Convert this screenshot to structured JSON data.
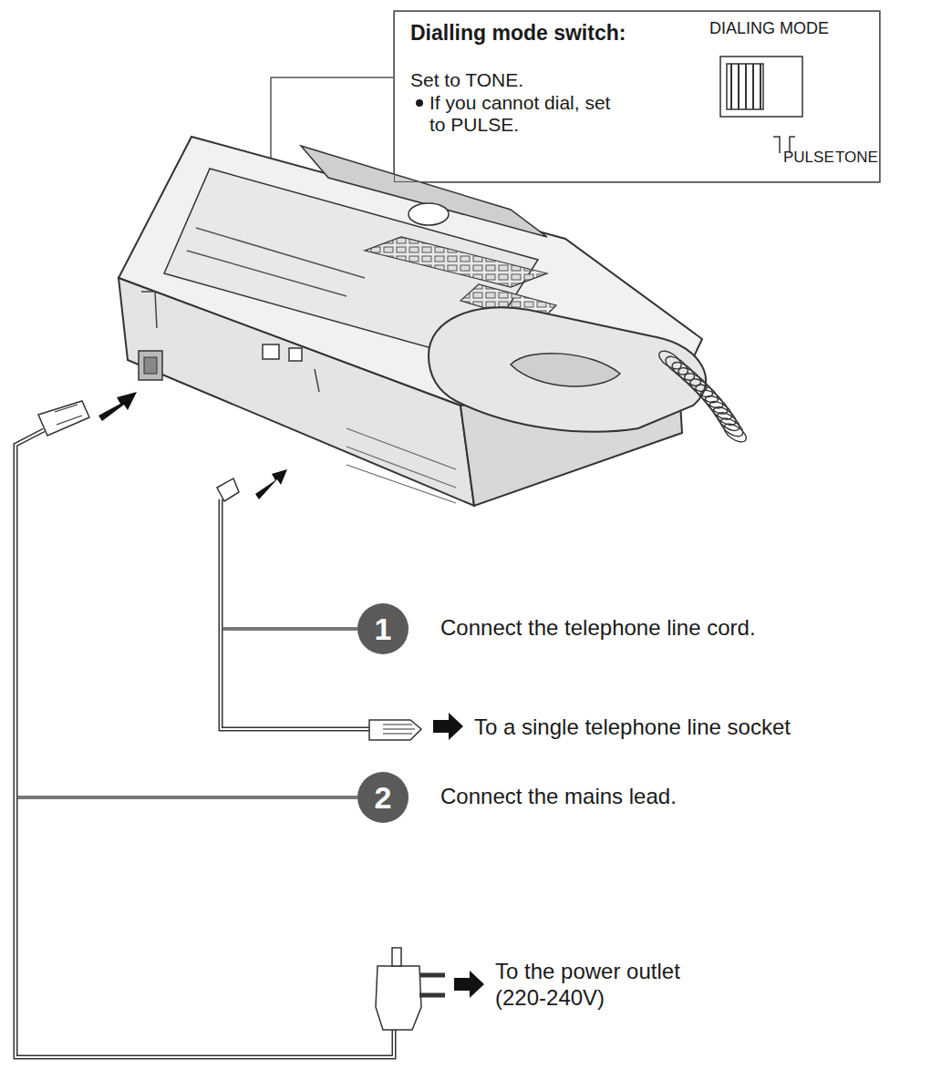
{
  "diagram": {
    "nodes": [
      {
        "text": [
          "Dialling mode switch:",
          "Set to TONE.",
          "If you cannot dial, set to PULSE.",
          "DIALING MODE",
          "PULSE",
          "TONE"
        ]
      },
      {
        "text": [
          "1"
        ]
      },
      {
        "text": [
          "2"
        ]
      }
    ],
    "labels": [
      "Connect the telephone line cord.",
      "To a single telephone line socket",
      "Connect the mains lead.",
      "To the power outlet (220-240V)"
    ]
  }
}
